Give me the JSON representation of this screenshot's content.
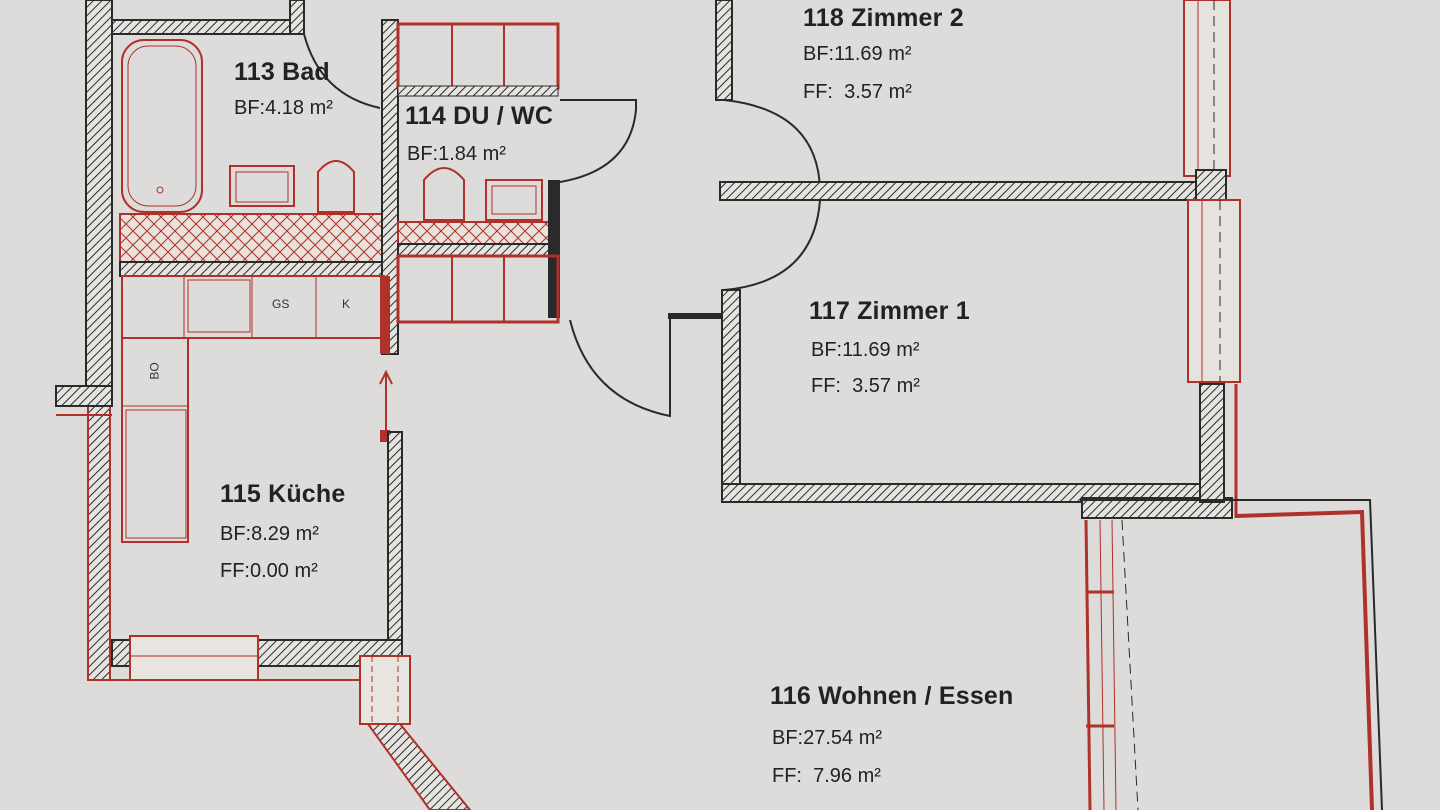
{
  "rooms": {
    "r118": {
      "name": "118 Zimmer 2",
      "bf": "BF:11.69 m²",
      "ff": "FF:  3.57 m²"
    },
    "r113": {
      "name": "113 Bad",
      "bf": "BF:4.18 m²"
    },
    "r114": {
      "name": "114 DU / WC",
      "bf": "BF:1.84 m²"
    },
    "r117": {
      "name": "117 Zimmer 1",
      "bf": "BF:11.69 m²",
      "ff": "FF:  3.57 m²"
    },
    "r115": {
      "name": "115 Küche",
      "bf": "BF:8.29 m²",
      "ff": "FF:0.00 m²"
    },
    "r116": {
      "name": "116 Wohnen / Essen",
      "bf": "BF:27.54 m²",
      "ff": "FF:  7.96 m²"
    }
  },
  "fixtures": {
    "gs": "GS",
    "k": "K",
    "bo": "BO"
  },
  "colors": {
    "paper": "#dddcda",
    "wall": "#2a2a2a",
    "red_outline": "#b0302a",
    "text": "#222222"
  }
}
